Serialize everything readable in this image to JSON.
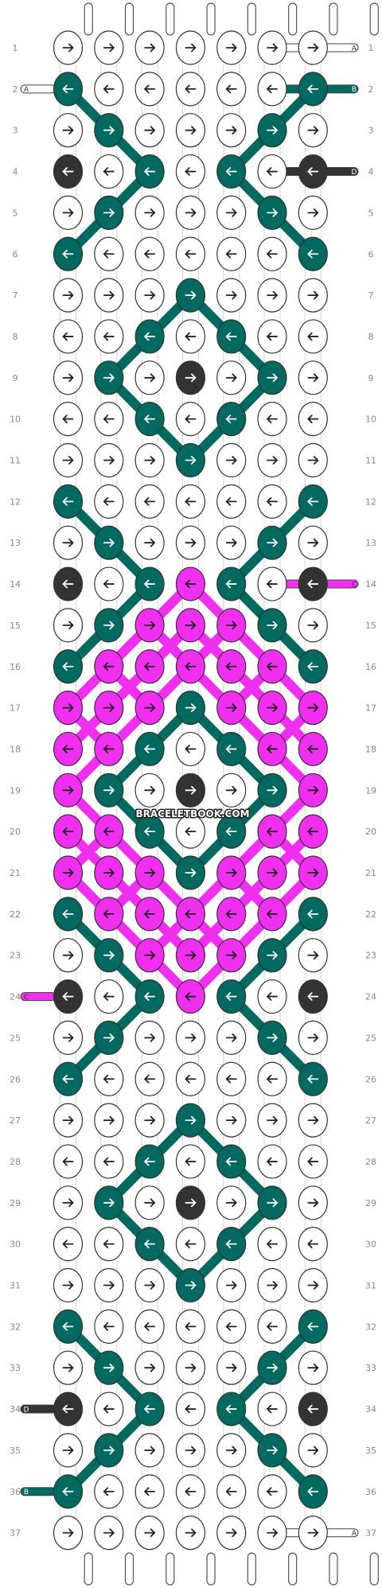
{
  "watermark": "BRACELETBOOK.COM",
  "colors": {
    "A": "#ffffff",
    "B": "#006a60",
    "C": "#f02ff0",
    "D": "#333333"
  },
  "threads_left": [
    "",
    "A",
    "",
    "",
    "",
    "",
    "",
    "",
    "",
    "",
    "",
    "",
    "",
    "",
    "",
    "",
    "",
    "",
    "",
    "",
    "",
    "",
    "",
    "C",
    "",
    "",
    "",
    "",
    "",
    "",
    "",
    "",
    "",
    "D",
    "",
    "B",
    ""
  ],
  "threads_right": [
    "A",
    "B",
    "",
    "D",
    "",
    "",
    "",
    "",
    "",
    "",
    "",
    "",
    "",
    "C",
    "",
    "",
    "",
    "",
    "",
    "",
    "",
    "",
    "",
    "",
    "",
    "",
    "",
    "",
    "",
    "",
    "",
    "",
    "",
    "",
    "",
    "",
    "A"
  ],
  "rows": [
    {
      "n": "1",
      "k": [
        [
          "A",
          ">"
        ],
        [
          "A",
          ">"
        ],
        [
          "A",
          ">"
        ],
        [
          "A",
          ">"
        ],
        [
          "A",
          ">"
        ],
        [
          "A",
          ">"
        ],
        [
          "A",
          ">"
        ]
      ]
    },
    {
      "n": "2",
      "k": [
        [
          "B",
          "<"
        ],
        [
          "A",
          "<"
        ],
        [
          "A",
          "<"
        ],
        [
          "A",
          "<"
        ],
        [
          "A",
          "<"
        ],
        [
          "A",
          "<"
        ],
        [
          "B",
          "<"
        ]
      ]
    },
    {
      "n": "3",
      "k": [
        [
          "A",
          ">"
        ],
        [
          "B",
          ">"
        ],
        [
          "A",
          ">"
        ],
        [
          "A",
          ">"
        ],
        [
          "A",
          ">"
        ],
        [
          "B",
          ">"
        ],
        [
          "A",
          ">"
        ]
      ]
    },
    {
      "n": "4",
      "k": [
        [
          "D",
          "<"
        ],
        [
          "A",
          "<"
        ],
        [
          "B",
          "<"
        ],
        [
          "A",
          "<"
        ],
        [
          "B",
          "<"
        ],
        [
          "A",
          "<"
        ],
        [
          "D",
          "<"
        ]
      ]
    },
    {
      "n": "5",
      "k": [
        [
          "A",
          ">"
        ],
        [
          "B",
          ">"
        ],
        [
          "A",
          ">"
        ],
        [
          "A",
          ">"
        ],
        [
          "A",
          ">"
        ],
        [
          "B",
          ">"
        ],
        [
          "A",
          ">"
        ]
      ]
    },
    {
      "n": "6",
      "k": [
        [
          "B",
          "<"
        ],
        [
          "A",
          "<"
        ],
        [
          "A",
          "<"
        ],
        [
          "A",
          "<"
        ],
        [
          "A",
          "<"
        ],
        [
          "A",
          "<"
        ],
        [
          "B",
          "<"
        ]
      ]
    },
    {
      "n": "7",
      "k": [
        [
          "A",
          ">"
        ],
        [
          "A",
          ">"
        ],
        [
          "A",
          ">"
        ],
        [
          "B",
          ">"
        ],
        [
          "A",
          ">"
        ],
        [
          "A",
          ">"
        ],
        [
          "A",
          ">"
        ]
      ]
    },
    {
      "n": "8",
      "k": [
        [
          "A",
          "<"
        ],
        [
          "A",
          "<"
        ],
        [
          "B",
          "<"
        ],
        [
          "A",
          "<"
        ],
        [
          "B",
          "<"
        ],
        [
          "A",
          "<"
        ],
        [
          "A",
          "<"
        ]
      ]
    },
    {
      "n": "9",
      "k": [
        [
          "A",
          ">"
        ],
        [
          "B",
          ">"
        ],
        [
          "A",
          ">"
        ],
        [
          "D",
          ">"
        ],
        [
          "A",
          ">"
        ],
        [
          "B",
          ">"
        ],
        [
          "A",
          ">"
        ]
      ]
    },
    {
      "n": "10",
      "k": [
        [
          "A",
          "<"
        ],
        [
          "A",
          "<"
        ],
        [
          "B",
          "<"
        ],
        [
          "A",
          "<"
        ],
        [
          "B",
          "<"
        ],
        [
          "A",
          "<"
        ],
        [
          "A",
          "<"
        ]
      ]
    },
    {
      "n": "11",
      "k": [
        [
          "A",
          ">"
        ],
        [
          "A",
          ">"
        ],
        [
          "A",
          ">"
        ],
        [
          "B",
          ">"
        ],
        [
          "A",
          ">"
        ],
        [
          "A",
          ">"
        ],
        [
          "A",
          ">"
        ]
      ]
    },
    {
      "n": "12",
      "k": [
        [
          "B",
          "<"
        ],
        [
          "A",
          "<"
        ],
        [
          "A",
          "<"
        ],
        [
          "A",
          "<"
        ],
        [
          "A",
          "<"
        ],
        [
          "A",
          "<"
        ],
        [
          "B",
          "<"
        ]
      ]
    },
    {
      "n": "13",
      "k": [
        [
          "A",
          ">"
        ],
        [
          "B",
          ">"
        ],
        [
          "A",
          ">"
        ],
        [
          "A",
          ">"
        ],
        [
          "A",
          ">"
        ],
        [
          "B",
          ">"
        ],
        [
          "A",
          ">"
        ]
      ]
    },
    {
      "n": "14",
      "k": [
        [
          "D",
          "<"
        ],
        [
          "A",
          "<"
        ],
        [
          "B",
          "<"
        ],
        [
          "C",
          "<"
        ],
        [
          "B",
          "<"
        ],
        [
          "A",
          "<"
        ],
        [
          "D",
          "<"
        ]
      ]
    },
    {
      "n": "15",
      "k": [
        [
          "A",
          ">"
        ],
        [
          "B",
          ">"
        ],
        [
          "C",
          ">"
        ],
        [
          "C",
          ">"
        ],
        [
          "C",
          ">"
        ],
        [
          "B",
          ">"
        ],
        [
          "A",
          ">"
        ]
      ]
    },
    {
      "n": "16",
      "k": [
        [
          "B",
          "<"
        ],
        [
          "C",
          "<"
        ],
        [
          "C",
          "<"
        ],
        [
          "C",
          "<"
        ],
        [
          "C",
          "<"
        ],
        [
          "C",
          "<"
        ],
        [
          "B",
          "<"
        ]
      ]
    },
    {
      "n": "17",
      "k": [
        [
          "C",
          ">"
        ],
        [
          "C",
          ">"
        ],
        [
          "C",
          ">"
        ],
        [
          "B",
          ">"
        ],
        [
          "C",
          ">"
        ],
        [
          "C",
          ">"
        ],
        [
          "C",
          ">"
        ]
      ]
    },
    {
      "n": "18",
      "k": [
        [
          "C",
          "<"
        ],
        [
          "C",
          "<"
        ],
        [
          "B",
          "<"
        ],
        [
          "A",
          "<"
        ],
        [
          "B",
          "<"
        ],
        [
          "C",
          "<"
        ],
        [
          "C",
          "<"
        ]
      ]
    },
    {
      "n": "19",
      "k": [
        [
          "C",
          ">"
        ],
        [
          "B",
          ">"
        ],
        [
          "A",
          ">"
        ],
        [
          "D",
          ">"
        ],
        [
          "A",
          ">"
        ],
        [
          "B",
          ">"
        ],
        [
          "C",
          ">"
        ]
      ]
    },
    {
      "n": "20",
      "k": [
        [
          "C",
          "<"
        ],
        [
          "C",
          "<"
        ],
        [
          "B",
          "<"
        ],
        [
          "A",
          "<"
        ],
        [
          "B",
          "<"
        ],
        [
          "C",
          "<"
        ],
        [
          "C",
          "<"
        ]
      ]
    },
    {
      "n": "21",
      "k": [
        [
          "C",
          ">"
        ],
        [
          "C",
          ">"
        ],
        [
          "C",
          ">"
        ],
        [
          "B",
          ">"
        ],
        [
          "C",
          ">"
        ],
        [
          "C",
          ">"
        ],
        [
          "C",
          ">"
        ]
      ]
    },
    {
      "n": "22",
      "k": [
        [
          "B",
          "<"
        ],
        [
          "C",
          "<"
        ],
        [
          "C",
          "<"
        ],
        [
          "C",
          "<"
        ],
        [
          "C",
          "<"
        ],
        [
          "C",
          "<"
        ],
        [
          "B",
          "<"
        ]
      ]
    },
    {
      "n": "23",
      "k": [
        [
          "A",
          ">"
        ],
        [
          "B",
          ">"
        ],
        [
          "C",
          ">"
        ],
        [
          "C",
          ">"
        ],
        [
          "C",
          ">"
        ],
        [
          "B",
          ">"
        ],
        [
          "A",
          ">"
        ]
      ]
    },
    {
      "n": "24",
      "k": [
        [
          "D",
          "<"
        ],
        [
          "A",
          "<"
        ],
        [
          "B",
          "<"
        ],
        [
          "C",
          "<"
        ],
        [
          "B",
          "<"
        ],
        [
          "A",
          "<"
        ],
        [
          "D",
          "<"
        ]
      ]
    },
    {
      "n": "25",
      "k": [
        [
          "A",
          ">"
        ],
        [
          "B",
          ">"
        ],
        [
          "A",
          ">"
        ],
        [
          "A",
          ">"
        ],
        [
          "A",
          ">"
        ],
        [
          "B",
          ">"
        ],
        [
          "A",
          ">"
        ]
      ]
    },
    {
      "n": "26",
      "k": [
        [
          "B",
          "<"
        ],
        [
          "A",
          "<"
        ],
        [
          "A",
          "<"
        ],
        [
          "A",
          "<"
        ],
        [
          "A",
          "<"
        ],
        [
          "A",
          "<"
        ],
        [
          "B",
          "<"
        ]
      ]
    },
    {
      "n": "27",
      "k": [
        [
          "A",
          ">"
        ],
        [
          "A",
          ">"
        ],
        [
          "A",
          ">"
        ],
        [
          "B",
          ">"
        ],
        [
          "A",
          ">"
        ],
        [
          "A",
          ">"
        ],
        [
          "A",
          ">"
        ]
      ]
    },
    {
      "n": "28",
      "k": [
        [
          "A",
          "<"
        ],
        [
          "A",
          "<"
        ],
        [
          "B",
          "<"
        ],
        [
          "A",
          "<"
        ],
        [
          "B",
          "<"
        ],
        [
          "A",
          "<"
        ],
        [
          "A",
          "<"
        ]
      ]
    },
    {
      "n": "29",
      "k": [
        [
          "A",
          ">"
        ],
        [
          "B",
          ">"
        ],
        [
          "A",
          ">"
        ],
        [
          "D",
          ">"
        ],
        [
          "A",
          ">"
        ],
        [
          "B",
          ">"
        ],
        [
          "A",
          ">"
        ]
      ]
    },
    {
      "n": "30",
      "k": [
        [
          "A",
          "<"
        ],
        [
          "A",
          "<"
        ],
        [
          "B",
          "<"
        ],
        [
          "A",
          "<"
        ],
        [
          "B",
          "<"
        ],
        [
          "A",
          "<"
        ],
        [
          "A",
          "<"
        ]
      ]
    },
    {
      "n": "31",
      "k": [
        [
          "A",
          ">"
        ],
        [
          "A",
          ">"
        ],
        [
          "A",
          ">"
        ],
        [
          "B",
          ">"
        ],
        [
          "A",
          ">"
        ],
        [
          "A",
          ">"
        ],
        [
          "A",
          ">"
        ]
      ]
    },
    {
      "n": "32",
      "k": [
        [
          "B",
          "<"
        ],
        [
          "A",
          "<"
        ],
        [
          "A",
          "<"
        ],
        [
          "A",
          "<"
        ],
        [
          "A",
          "<"
        ],
        [
          "A",
          "<"
        ],
        [
          "B",
          "<"
        ]
      ]
    },
    {
      "n": "33",
      "k": [
        [
          "A",
          ">"
        ],
        [
          "B",
          ">"
        ],
        [
          "A",
          ">"
        ],
        [
          "A",
          ">"
        ],
        [
          "A",
          ">"
        ],
        [
          "B",
          ">"
        ],
        [
          "A",
          ">"
        ]
      ]
    },
    {
      "n": "34",
      "k": [
        [
          "D",
          "<"
        ],
        [
          "A",
          "<"
        ],
        [
          "B",
          "<"
        ],
        [
          "A",
          "<"
        ],
        [
          "B",
          "<"
        ],
        [
          "A",
          "<"
        ],
        [
          "D",
          "<"
        ]
      ]
    },
    {
      "n": "35",
      "k": [
        [
          "A",
          ">"
        ],
        [
          "B",
          ">"
        ],
        [
          "A",
          ">"
        ],
        [
          "A",
          ">"
        ],
        [
          "A",
          ">"
        ],
        [
          "B",
          ">"
        ],
        [
          "A",
          ">"
        ]
      ]
    },
    {
      "n": "36",
      "k": [
        [
          "B",
          "<"
        ],
        [
          "A",
          "<"
        ],
        [
          "A",
          "<"
        ],
        [
          "A",
          "<"
        ],
        [
          "A",
          "<"
        ],
        [
          "A",
          "<"
        ],
        [
          "B",
          "<"
        ]
      ]
    },
    {
      "n": "37",
      "k": [
        [
          "A",
          ">"
        ],
        [
          "A",
          ">"
        ],
        [
          "A",
          ">"
        ],
        [
          "A",
          ">"
        ],
        [
          "A",
          ">"
        ],
        [
          "A",
          ">"
        ],
        [
          "A",
          ">"
        ]
      ]
    }
  ]
}
